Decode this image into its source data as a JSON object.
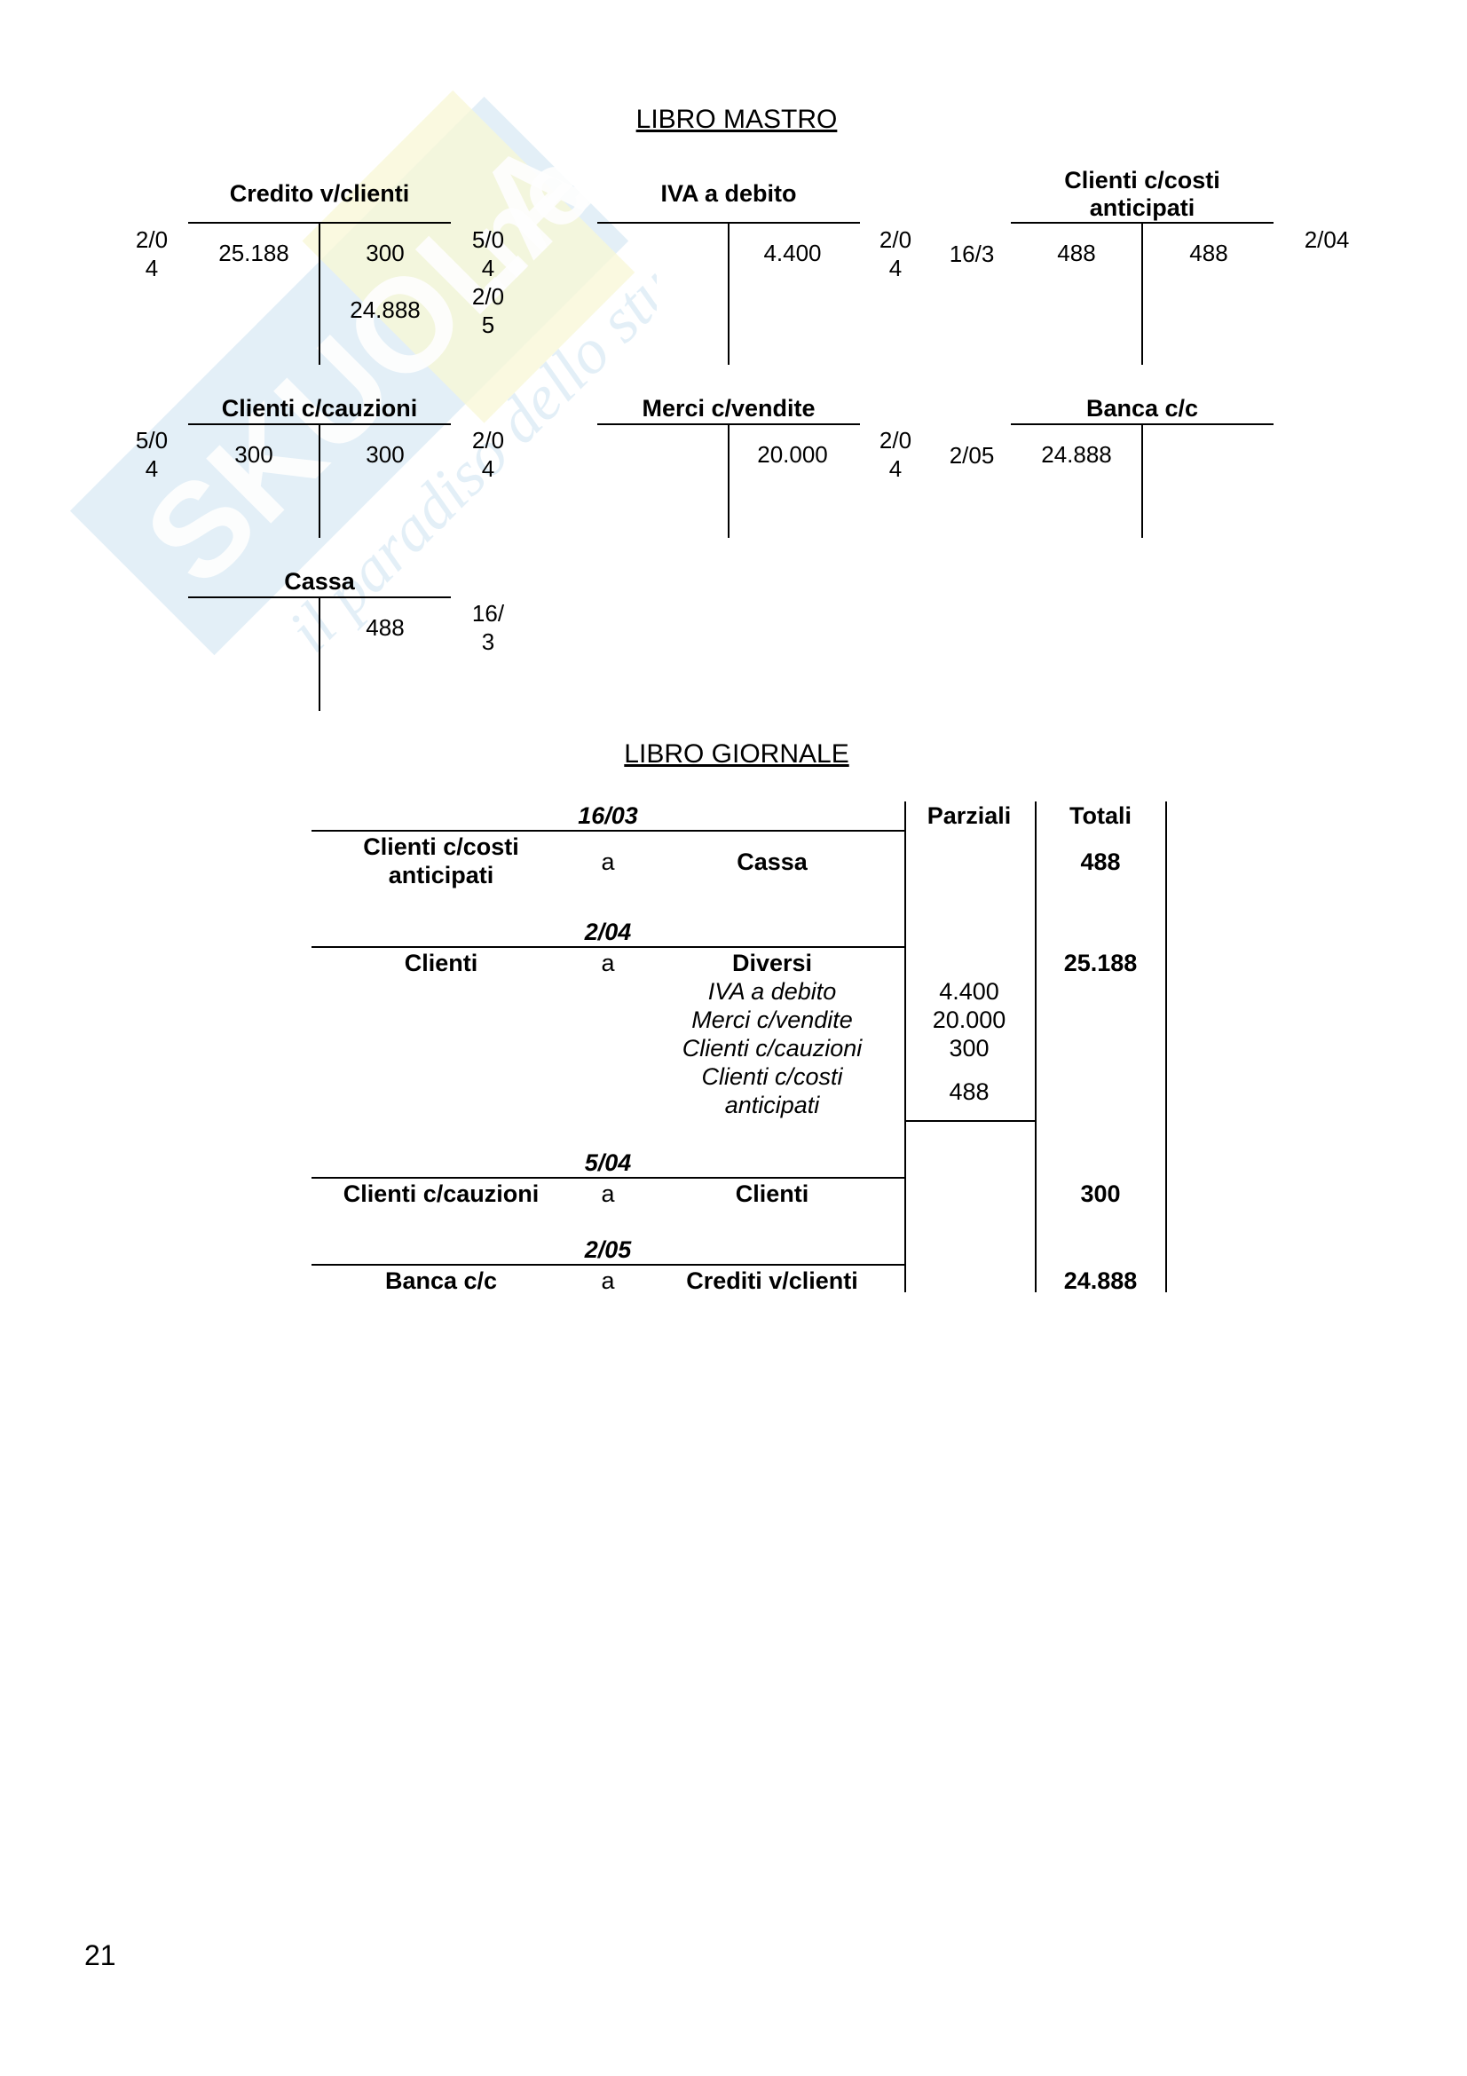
{
  "watermark": {
    "brand": "SKUOLA.net",
    "tagline": "il paradiso dello studente"
  },
  "mastro": {
    "title": "LIBRO MASTRO",
    "accounts": [
      {
        "name": "Credito v/clienti",
        "left_dates": [
          "2/0\n4"
        ],
        "left_values": [
          "25.188"
        ],
        "right_values": [
          "300",
          "24.888"
        ],
        "right_dates": [
          "5/0\n4",
          "2/0\n5"
        ]
      },
      {
        "name": "IVA a debito",
        "right_values": [
          "4.400"
        ],
        "right_dates": [
          "2/0\n4"
        ]
      },
      {
        "name": "Clienti c/costi\nanticipati",
        "left_dates": [
          "16/3"
        ],
        "left_values": [
          "488"
        ],
        "right_values": [
          "488"
        ],
        "right_dates": [
          "2/04"
        ]
      },
      {
        "name": "Clienti c/cauzioni",
        "left_dates": [
          "5/0\n4"
        ],
        "left_values": [
          "300"
        ],
        "right_values": [
          "300"
        ],
        "right_dates": [
          "2/0\n4"
        ]
      },
      {
        "name": "Merci c/vendite",
        "right_values": [
          "20.000"
        ],
        "right_dates": [
          "2/0\n4"
        ]
      },
      {
        "name": "Banca c/c",
        "left_dates": [
          "2/05"
        ],
        "left_values": [
          "24.888"
        ]
      },
      {
        "name": "Cassa",
        "right_values": [
          "488"
        ],
        "right_dates": [
          "16/\n3"
        ]
      }
    ]
  },
  "giornale": {
    "title": "LIBRO GIORNALE",
    "col_parziali": "Parziali",
    "col_totali": "Totali",
    "entries": [
      {
        "date": "16/03",
        "debit": "Clienti c/costi\nanticipati",
        "a": "a",
        "credit": "Cassa",
        "total": "488"
      },
      {
        "date": "2/04",
        "debit": "Clienti",
        "a": "a",
        "credit": "Diversi",
        "total": "25.188",
        "sub": [
          {
            "label": "IVA a debito",
            "value": "4.400"
          },
          {
            "label": "Merci c/vendite",
            "value": "20.000"
          },
          {
            "label": "Clienti c/cauzioni",
            "value": "300"
          },
          {
            "label": "Clienti c/costi\nanticipati",
            "value": "488"
          }
        ]
      },
      {
        "date": "5/04",
        "debit": "Clienti c/cauzioni",
        "a": "a",
        "credit": "Clienti",
        "total": "300"
      },
      {
        "date": "2/05",
        "debit": "Banca c/c",
        "a": "a",
        "credit": "Crediti v/clienti",
        "total": "24.888"
      }
    ]
  },
  "page_number": "21"
}
